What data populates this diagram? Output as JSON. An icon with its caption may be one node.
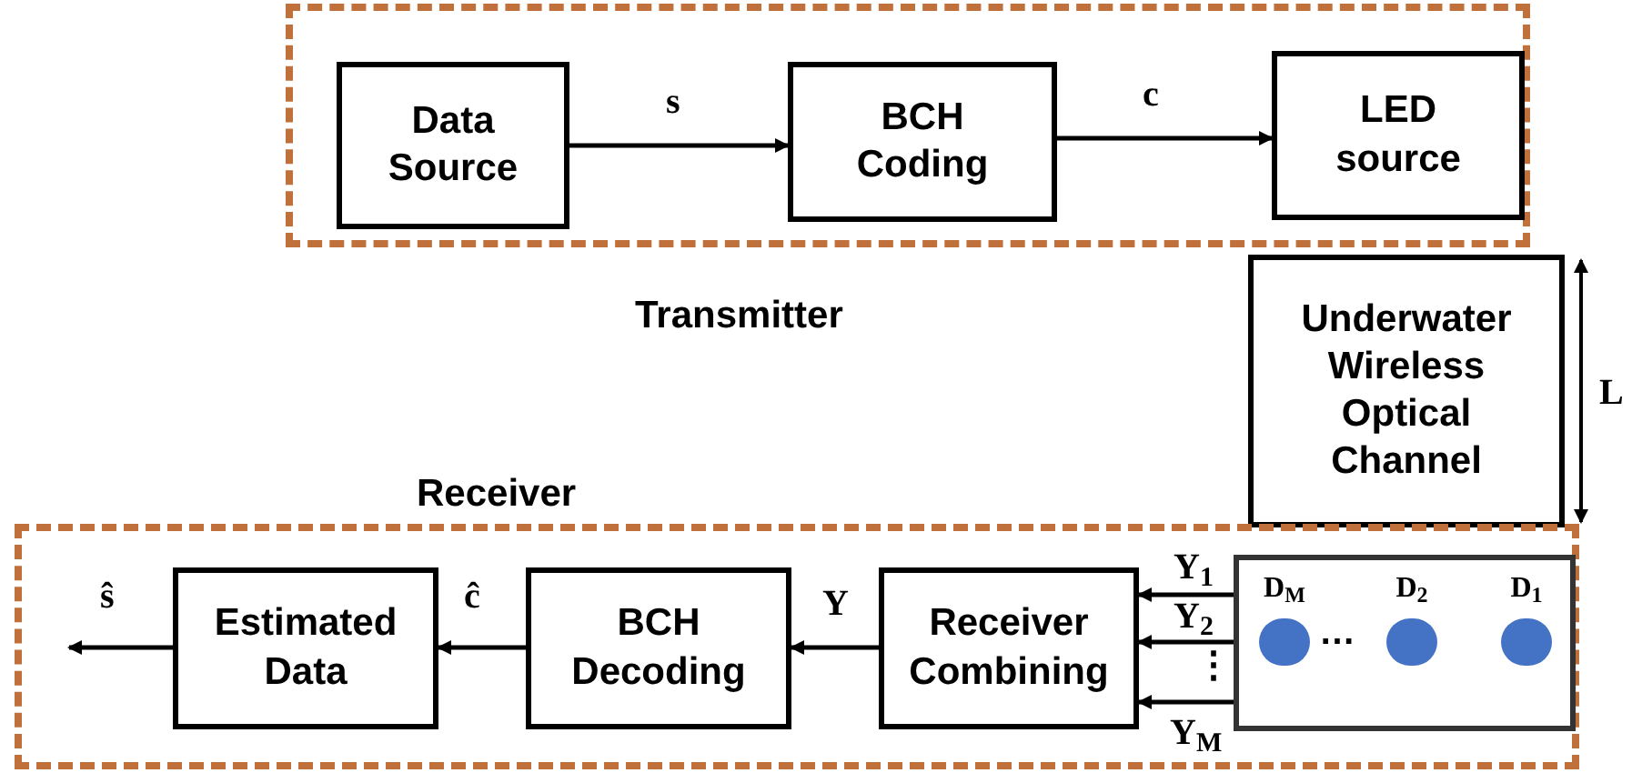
{
  "diagram": {
    "nodes": [
      {
        "text": [
          "Transmitter"
        ]
      },
      {
        "text": [
          "Data Source"
        ],
        "in": 0
      },
      {
        "text": [
          "BCH Coding"
        ],
        "in": 0
      },
      {
        "text": [
          "LED source"
        ],
        "in": 0
      },
      {
        "text": [
          "Underwater Wireless Optical Channel"
        ]
      },
      {
        "text": [
          "Receiver"
        ]
      },
      {
        "text": [
          "Estimated Data"
        ],
        "in": 5
      },
      {
        "text": [
          "BCH Decoding"
        ],
        "in": 5
      },
      {
        "text": [
          "Receiver Combining"
        ],
        "in": 5
      },
      {
        "text": [],
        "shape": "box",
        "in": 5
      },
      {
        "text": [
          "D$_{M}$"
        ],
        "in": 9
      },
      {
        "text": [
          "D$_{2}$"
        ],
        "in": 9
      },
      {
        "text": [
          "D$_{1}$"
        ],
        "in": 9
      }
    ],
    "edges": [
      {
        "from": 1,
        "to": 2,
        "arrow": "to",
        "label": "s"
      },
      {
        "from": 2,
        "to": 3,
        "arrow": "to",
        "label": "c"
      },
      {
        "from": 8,
        "to": 7,
        "arrow": "to",
        "label": "Y"
      },
      {
        "from": 7,
        "to": 6,
        "arrow": "to",
        "label": "ĉ"
      },
      {
        "from": 6,
        "to": null,
        "arrow": "to",
        "label": "ŝ"
      },
      {
        "from": 9,
        "to": 8,
        "arrow": "to",
        "label": "Y$_{1}$"
      },
      {
        "from": 9,
        "to": 8,
        "arrow": "to",
        "label": "Y$_{2}$"
      },
      {
        "from": 9,
        "to": 8,
        "arrow": "to",
        "label": "Y$_{M}$"
      }
    ],
    "labels": [
      "L",
      "…",
      "⋮"
    ]
  }
}
